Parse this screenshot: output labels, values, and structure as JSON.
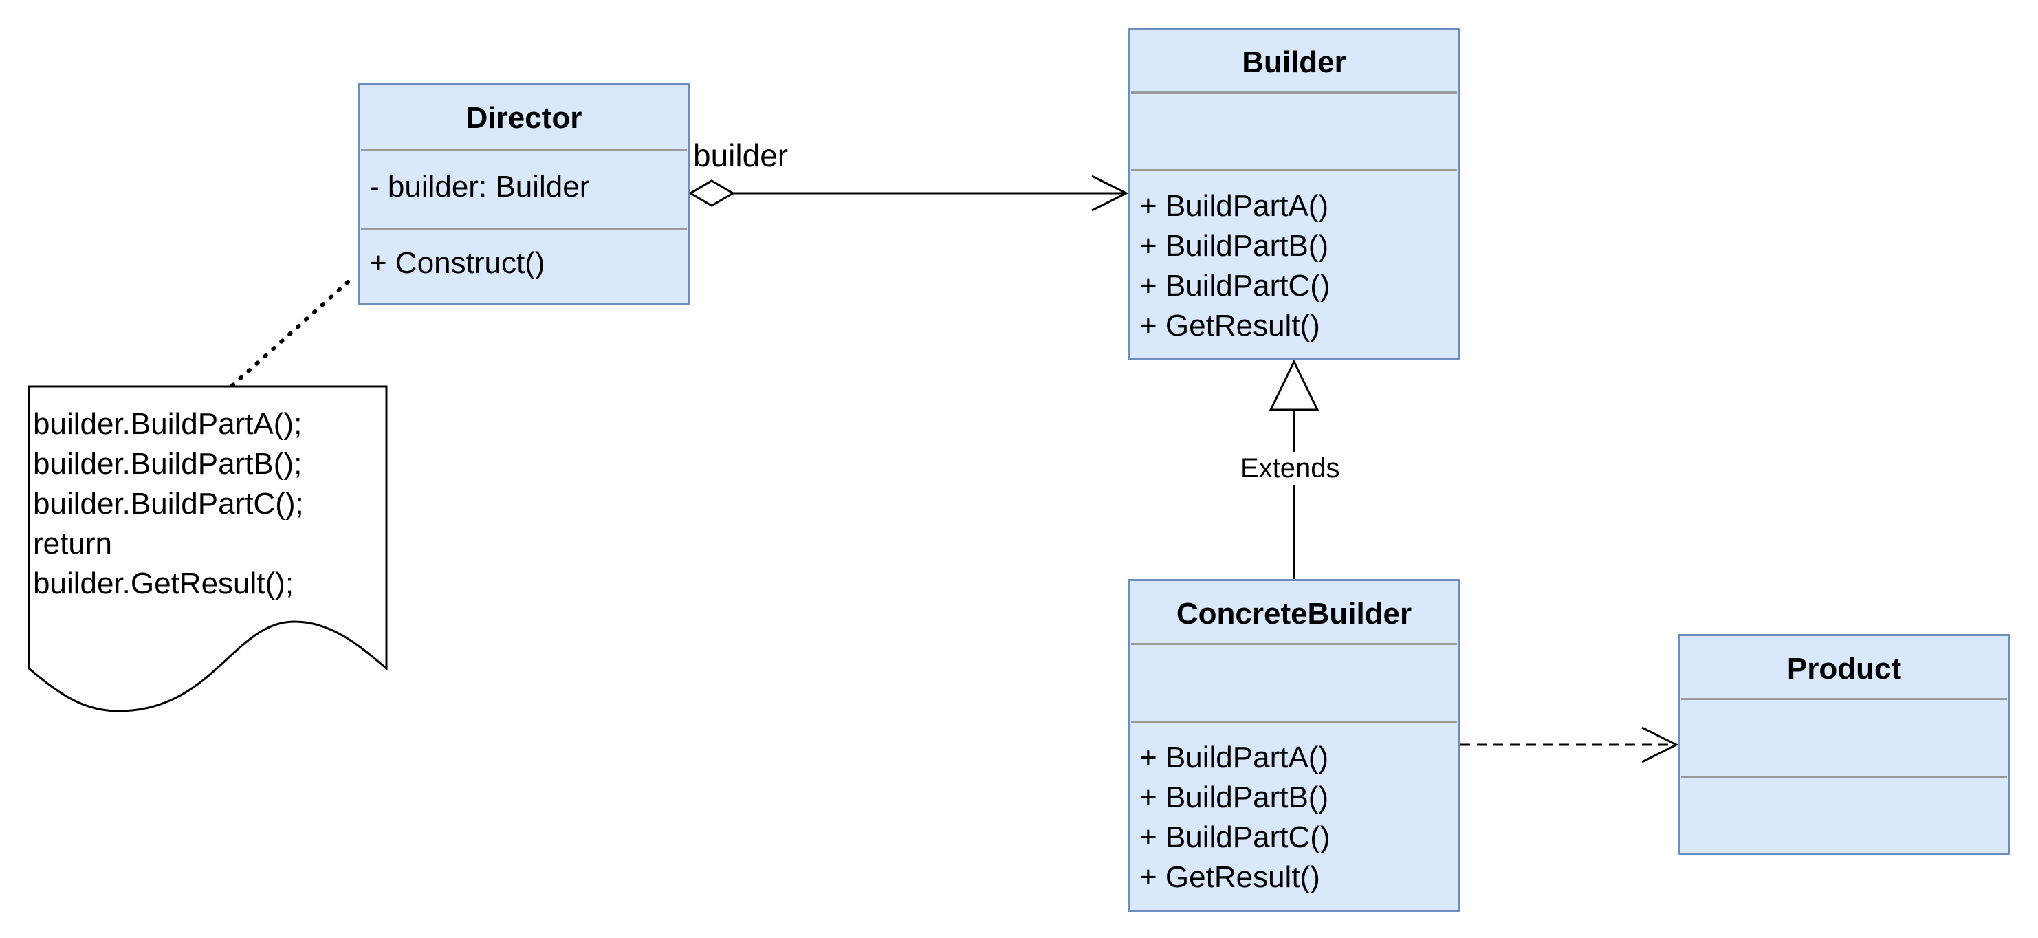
{
  "diagram": {
    "classes": {
      "director": {
        "name": "Director",
        "attributes": [
          "- builder: Builder"
        ],
        "methods": [
          "+ Construct()"
        ]
      },
      "builder": {
        "name": "Builder",
        "attributes": [],
        "methods": [
          "+ BuildPartA()",
          "+ BuildPartB()",
          "+ BuildPartC()",
          "+ GetResult()"
        ]
      },
      "concrete_builder": {
        "name": "ConcreteBuilder",
        "attributes": [],
        "methods": [
          "+ BuildPartA()",
          "+ BuildPartB()",
          "+ BuildPartC()",
          "+ GetResult()"
        ]
      },
      "product": {
        "name": "Product",
        "attributes": [],
        "methods": []
      }
    },
    "note": {
      "lines": [
        "builder.BuildPartA();",
        "builder.BuildPartB();",
        "builder.BuildPartC();",
        "return",
        "builder.GetResult();"
      ]
    },
    "relations": {
      "aggregation_label": "builder",
      "extends_label": "Extends"
    },
    "colors": {
      "class_fill": "#dae8fc",
      "class_border": "#6c8ebf",
      "separator": "#999999",
      "line": "#000000"
    }
  }
}
